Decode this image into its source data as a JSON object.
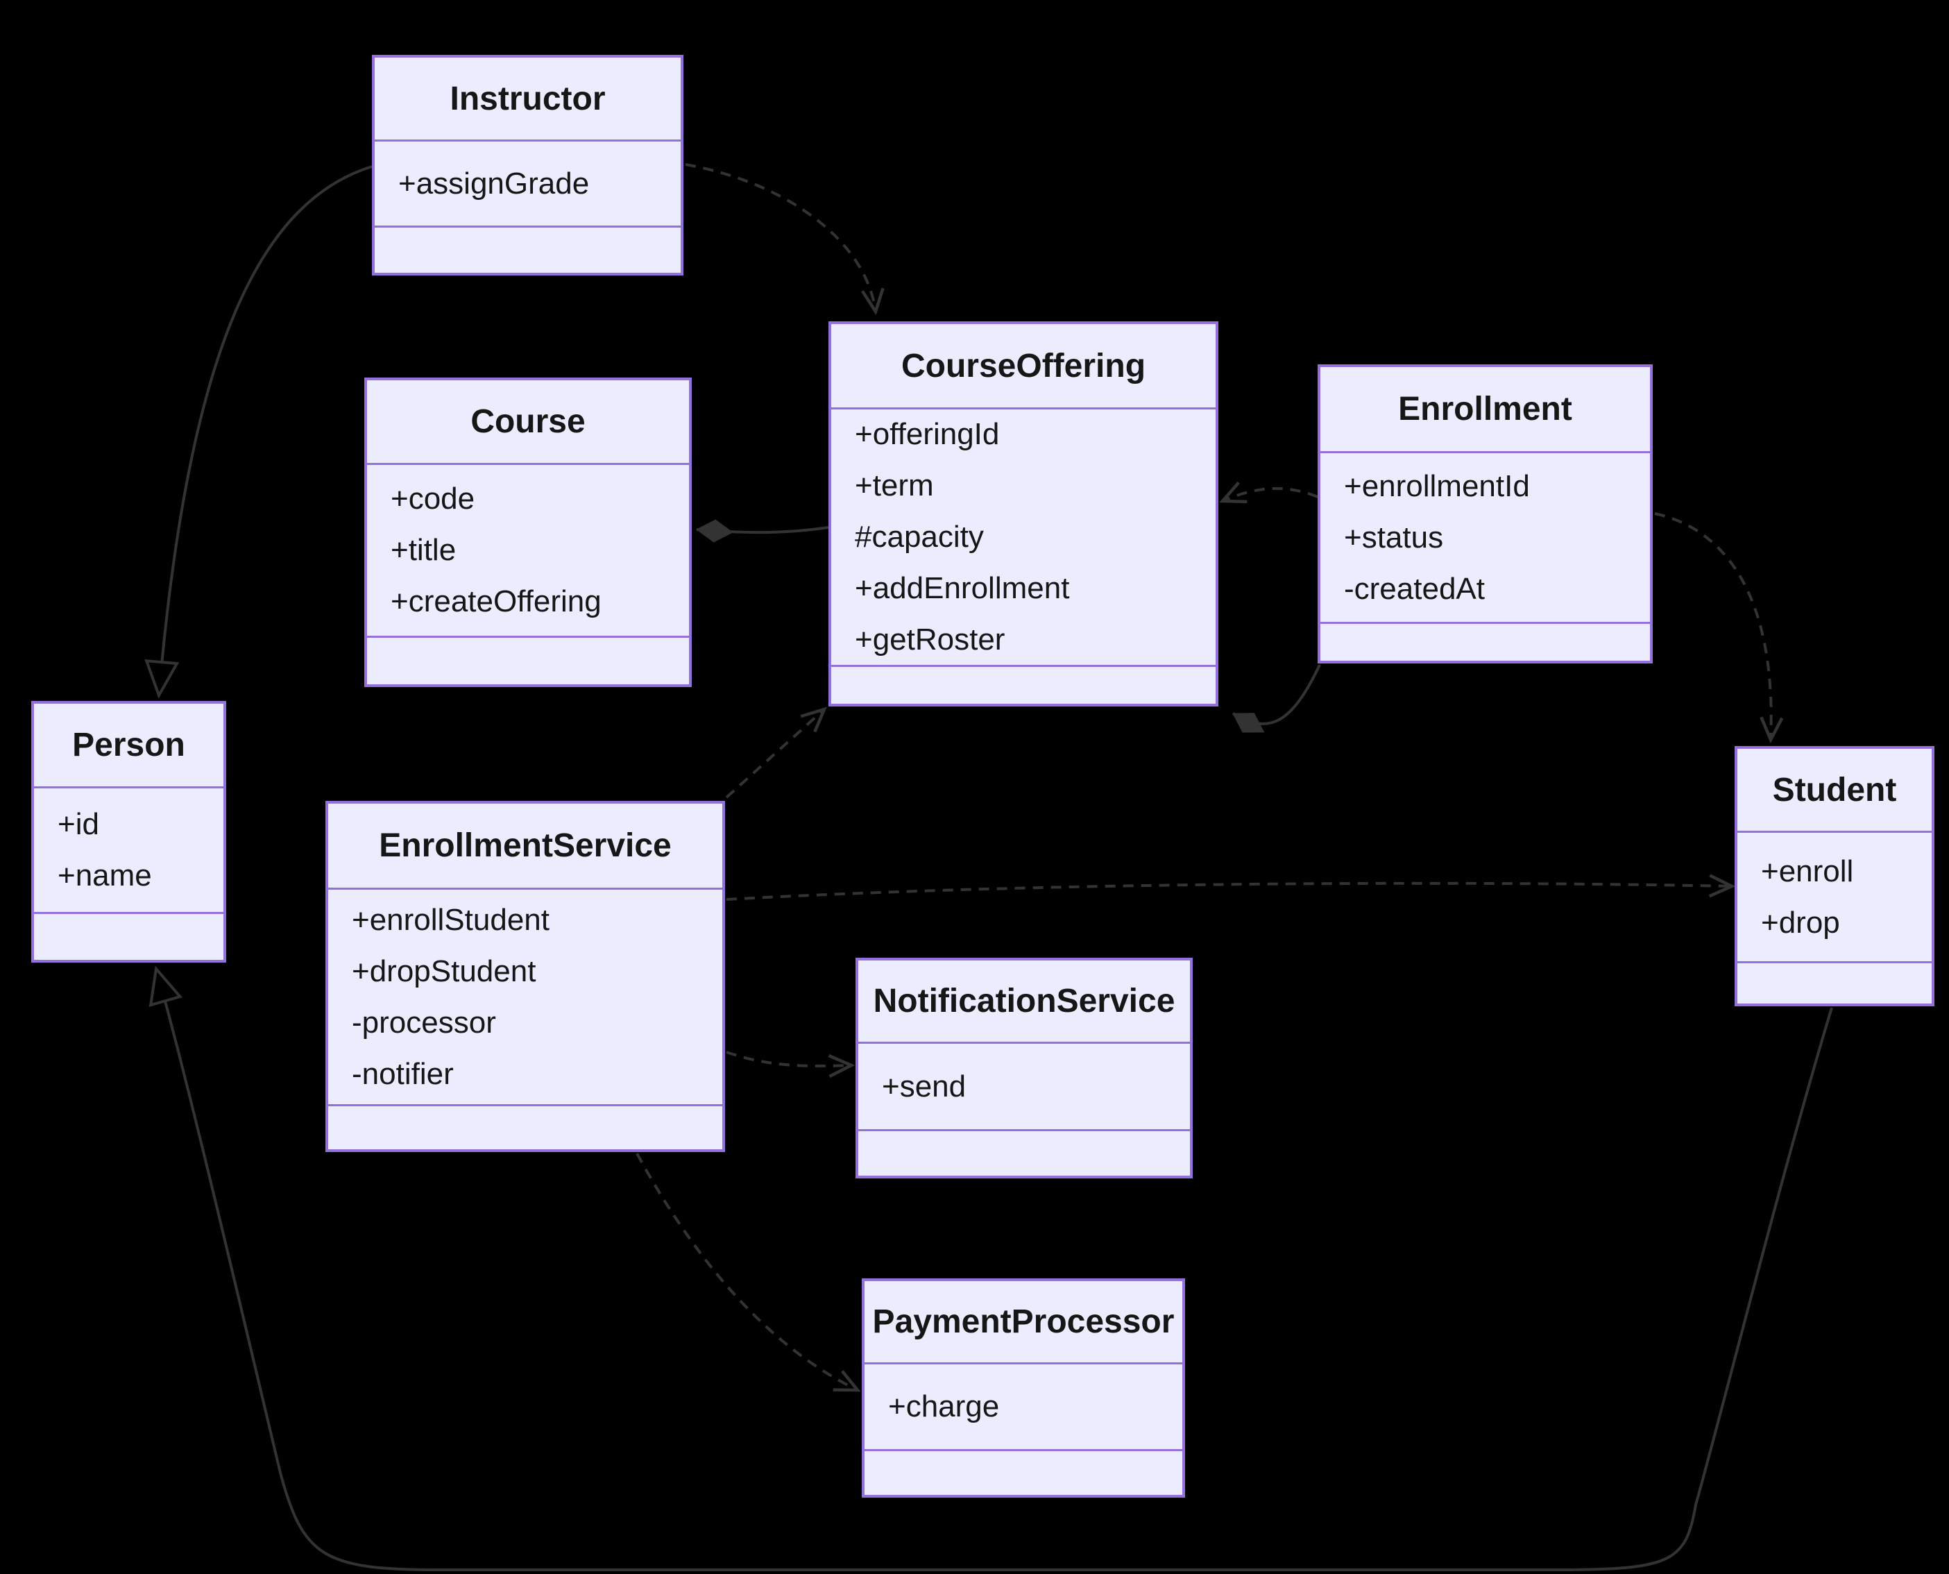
{
  "diagram": {
    "type": "uml-class-diagram",
    "background": "#000000"
  },
  "colors": {
    "background": "#000000",
    "class_fill": "#ECECFF",
    "class_border": "#9370DB",
    "edge_line": "#333333",
    "text": "#161616"
  },
  "classes": {
    "instructor": {
      "name": "Instructor",
      "members": [
        "+assignGrade"
      ]
    },
    "course": {
      "name": "Course",
      "members": [
        "+code",
        "+title",
        "+createOffering"
      ]
    },
    "courseOffering": {
      "name": "CourseOffering",
      "members": [
        "+offeringId",
        "+term",
        "#capacity",
        "+addEnrollment",
        "+getRoster"
      ]
    },
    "enrollment": {
      "name": "Enrollment",
      "members": [
        "+enrollmentId",
        "+status",
        "-createdAt"
      ]
    },
    "person": {
      "name": "Person",
      "members": [
        "+id",
        "+name"
      ]
    },
    "enrollmentService": {
      "name": "EnrollmentService",
      "members": [
        "+enrollStudent",
        "+dropStudent",
        "-processor",
        "-notifier"
      ]
    },
    "notificationService": {
      "name": "NotificationService",
      "members": [
        "+send"
      ]
    },
    "paymentProcessor": {
      "name": "PaymentProcessor",
      "members": [
        "+charge"
      ]
    },
    "student": {
      "name": "Student",
      "members": [
        "+enroll",
        "+drop"
      ]
    }
  },
  "relationships": [
    {
      "from": "Instructor",
      "to": "CourseOffering",
      "type": "dependency",
      "style": "dashed-open-arrow"
    },
    {
      "from": "Instructor",
      "to": "Person",
      "type": "inheritance",
      "style": "solid-hollow-triangle"
    },
    {
      "from": "Course",
      "to": "CourseOffering",
      "type": "composition",
      "style": "solid-filled-diamond-at-course"
    },
    {
      "from": "Enrollment",
      "to": "CourseOffering",
      "type": "dependency",
      "style": "dashed-open-arrow"
    },
    {
      "from": "CourseOffering",
      "to": "Enrollment",
      "type": "composition",
      "style": "solid-filled-diamond-at-courseoffering"
    },
    {
      "from": "Enrollment",
      "to": "Student",
      "type": "dependency",
      "style": "dashed-open-arrow"
    },
    {
      "from": "EnrollmentService",
      "to": "CourseOffering",
      "type": "dependency",
      "style": "dashed-open-arrow"
    },
    {
      "from": "EnrollmentService",
      "to": "Student",
      "type": "dependency",
      "style": "dashed-open-arrow"
    },
    {
      "from": "EnrollmentService",
      "to": "NotificationService",
      "type": "dependency",
      "style": "dashed-open-arrow"
    },
    {
      "from": "EnrollmentService",
      "to": "PaymentProcessor",
      "type": "dependency",
      "style": "dashed-open-arrow"
    },
    {
      "from": "Student",
      "to": "Person",
      "type": "inheritance",
      "style": "solid-hollow-triangle"
    }
  ]
}
